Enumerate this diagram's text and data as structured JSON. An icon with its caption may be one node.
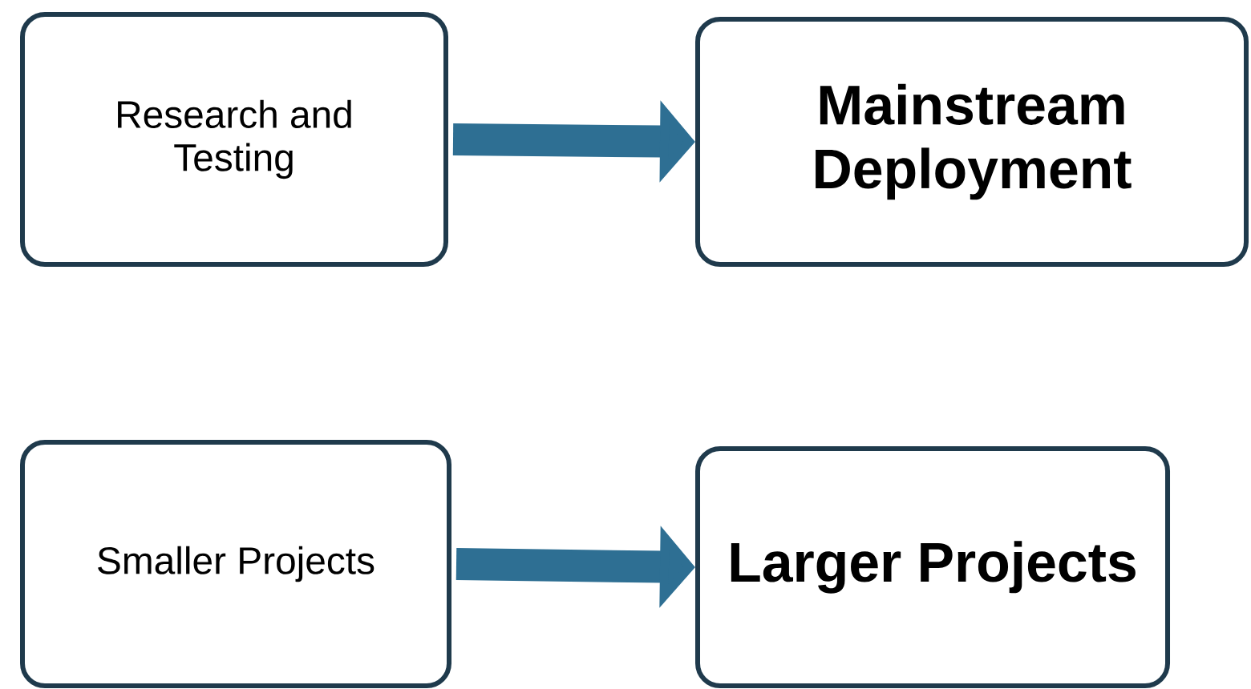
{
  "diagram": {
    "nodes": [
      {
        "text": [
          "Research and Testing"
        ]
      },
      {
        "text": [
          "Mainstream Deployment"
        ]
      },
      {
        "text": [
          "Smaller Projects"
        ]
      },
      {
        "text": [
          "Larger Projects"
        ]
      }
    ],
    "edges": [
      {
        "from": 0,
        "to": 1,
        "arrow": "to"
      },
      {
        "from": 2,
        "to": 3,
        "arrow": "to"
      }
    ]
  }
}
